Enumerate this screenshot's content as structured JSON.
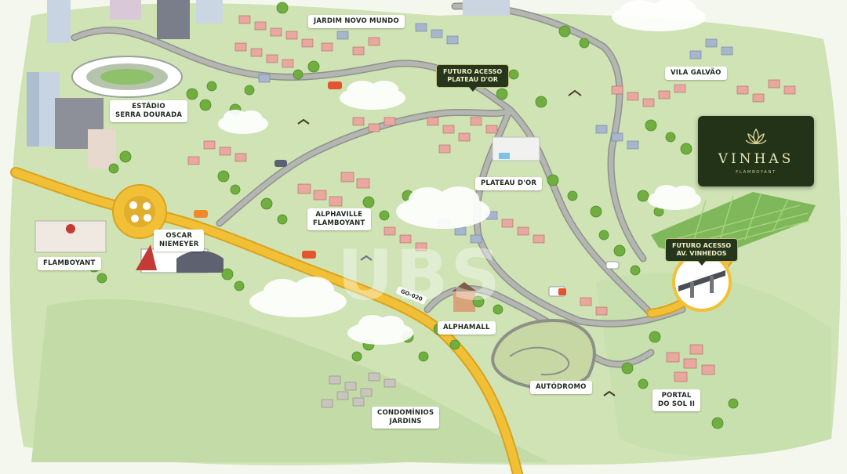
{
  "map": {
    "watermark": "UBS",
    "labels": {
      "jardim_novo_mundo": [
        "JARDIM NOVO MUNDO"
      ],
      "estadio": [
        "ESTÁDIO",
        "SERRA DOURADA"
      ],
      "vila_galvao": [
        "VILA GALVÃO"
      ],
      "plateau_dor": [
        "PLATEAU D'OR"
      ],
      "alphaville": [
        "ALPHAVILLE",
        "FLAMBOYANT"
      ],
      "oscar_niemeyer": [
        "OSCAR",
        "NIEMEYER"
      ],
      "flamboyant": [
        "FLAMBOYANT"
      ],
      "alphamall": [
        "ALPHAMALL"
      ],
      "autodromo": [
        "AUTÓDROMO"
      ],
      "condominios": [
        "CONDOMÍNIOS",
        "JARDINS"
      ],
      "portal_do_sol": [
        "PORTAL",
        "DO SOL II"
      ]
    },
    "callouts": {
      "plateau_access": [
        "FUTURO ACESSO",
        "PLATEAU D'OR"
      ],
      "vinhedos_access": [
        "FUTURO ACESSO",
        "AV. VINHEDOS"
      ]
    },
    "road_tag": "GO-020",
    "brand": {
      "name": "VINHAS",
      "subtitle": "FLAMBOYANT"
    },
    "colors": {
      "terrain": "#cfe3b5",
      "terrain_dark": "#b6d49a",
      "highway": "#f2c037",
      "road": "#9b9b9b",
      "brand_bg": "#223317",
      "brand_text": "#e9e3b4"
    }
  }
}
